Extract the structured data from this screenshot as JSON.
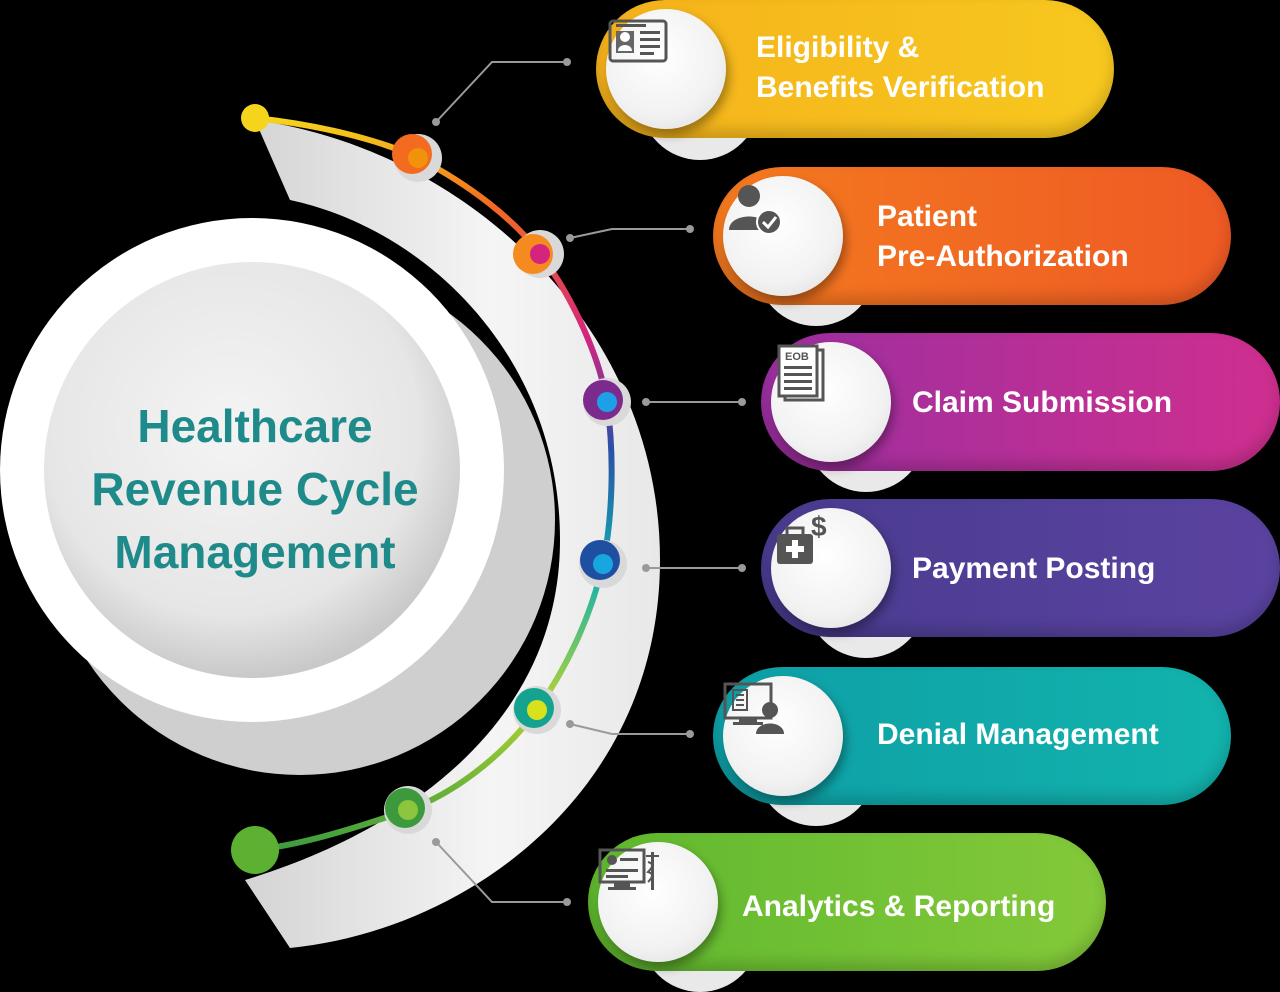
{
  "center": {
    "title_lines": [
      "Healthcare",
      "Revenue Cycle",
      "Management"
    ]
  },
  "steps": [
    {
      "lines": [
        "Eligibility &",
        "Benefits Verification"
      ],
      "icon": "id-card-icon",
      "color_start": "#f5b21b",
      "color_end": "#f7c81f",
      "node_color": "#f26b21"
    },
    {
      "lines": [
        "Patient",
        "Pre-Authorization"
      ],
      "icon": "user-check-icon",
      "color_start": "#f47a1f",
      "color_end": "#ee5a24",
      "node_color": "#f58a1f"
    },
    {
      "lines": [
        "Claim Submission"
      ],
      "icon": "eob-document-icon",
      "color_start": "#9b2fa0",
      "color_end": "#cf2f8f",
      "node_color": "#7d2a8f"
    },
    {
      "lines": [
        "Payment Posting"
      ],
      "icon": "medical-bag-dollar-icon",
      "color_start": "#4a3b8f",
      "color_end": "#5a43a0",
      "node_color": "#1f4fa0"
    },
    {
      "lines": [
        "Denial Management"
      ],
      "icon": "monitor-user-icon",
      "color_start": "#0e9fa6",
      "color_end": "#12b3ad",
      "node_color": "#13a38f"
    },
    {
      "lines": [
        "Analytics & Reporting"
      ],
      "icon": "monitor-caduceus-icon",
      "color_start": "#5fb82e",
      "color_end": "#84c93a",
      "node_color": "#3d9a3c"
    }
  ]
}
